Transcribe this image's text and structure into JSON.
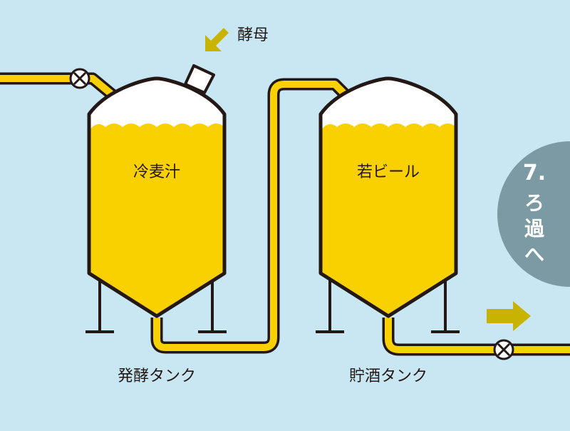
{
  "colors": {
    "background": "#c9e7f2",
    "beer": "#f9d000",
    "outline": "#231815",
    "foam": "#ffffff",
    "arrow": "#c8b400",
    "circle": "#7c9aa3",
    "next_text": "#ffffff"
  },
  "labels": {
    "yeast": "酵母",
    "wort": "冷麦汁",
    "young_beer": "若ビール",
    "fermentation_tank": "発酵タンク",
    "storage_tank": "貯酒タンク"
  },
  "next_step": {
    "number": "7.",
    "text_chars": [
      "ろ",
      "過",
      "へ"
    ]
  },
  "icons": {
    "valve": "valve-icon",
    "arrow": "arrow-icon"
  }
}
